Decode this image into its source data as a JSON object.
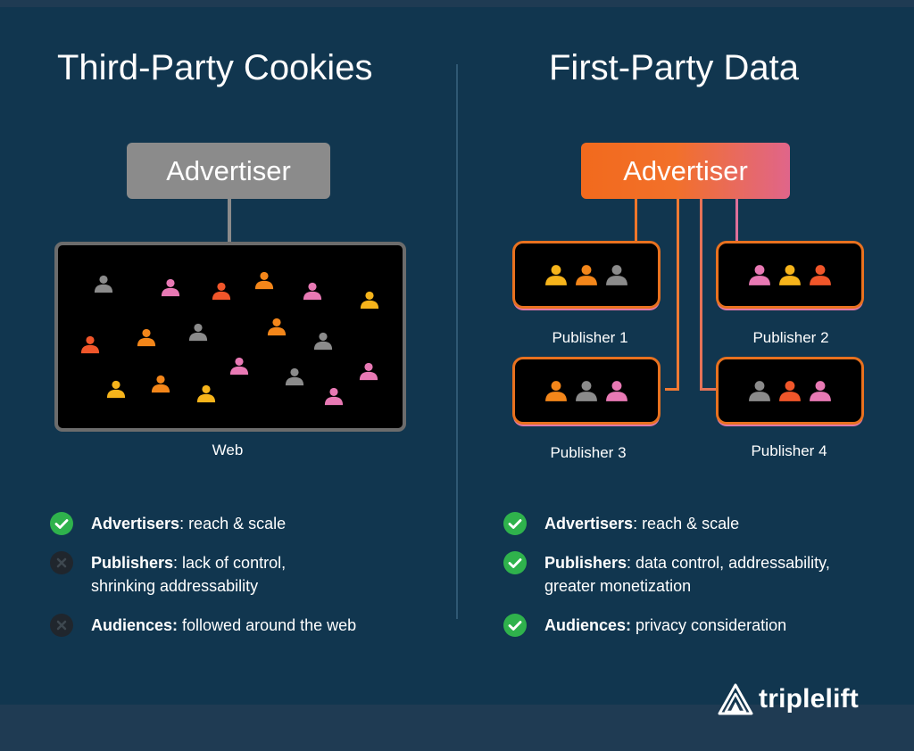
{
  "left": {
    "title": "Third-Party Cookies",
    "advertiser": "Advertiser",
    "web_label": "Web",
    "bullets": [
      {
        "status": "check",
        "bold": "Advertisers",
        "rest": ": reach & scale",
        "line2": ""
      },
      {
        "status": "cross",
        "bold": "Publishers",
        "rest": ": lack of control,",
        "line2": "shrinking addressability"
      },
      {
        "status": "cross",
        "bold": "Audiences:",
        "rest": " followed around the web",
        "line2": ""
      }
    ]
  },
  "right": {
    "title": "First-Party Data",
    "advertiser": "Advertiser",
    "publishers": [
      {
        "label": "Publisher 1",
        "people": [
          "yellow",
          "orange",
          "gray"
        ]
      },
      {
        "label": "Publisher 2",
        "people": [
          "pink",
          "yellow",
          "red"
        ]
      },
      {
        "label": "Publisher 3",
        "people": [
          "orange",
          "gray",
          "pink"
        ]
      },
      {
        "label": "Publisher 4",
        "people": [
          "gray",
          "red",
          "pink"
        ]
      }
    ],
    "bullets": [
      {
        "status": "check",
        "bold": "Advertisers",
        "rest": ": reach & scale",
        "line2": ""
      },
      {
        "status": "check",
        "bold": "Publishers",
        "rest": ": data control, addressability,",
        "line2": "greater monetization"
      },
      {
        "status": "check",
        "bold": "Audiences:",
        "rest": " privacy consideration",
        "line2": ""
      }
    ]
  },
  "web_people": [
    "gray",
    "pink",
    "red",
    "orange",
    "pink",
    "yellow",
    "red",
    "orange",
    "gray",
    "orange",
    "gray",
    "pink",
    "yellow",
    "orange",
    "yellow",
    "pink",
    "gray",
    "pink"
  ],
  "colors": {
    "gray": "#8b8b8b",
    "pink": "#e879b4",
    "red": "#f0562a",
    "orange": "#f3861a",
    "yellow": "#f6b41b",
    "check": "#2fb24c",
    "cross": "#20262d"
  },
  "logo": {
    "text": "triplelift",
    "icon": "triplelift-logo-icon"
  }
}
